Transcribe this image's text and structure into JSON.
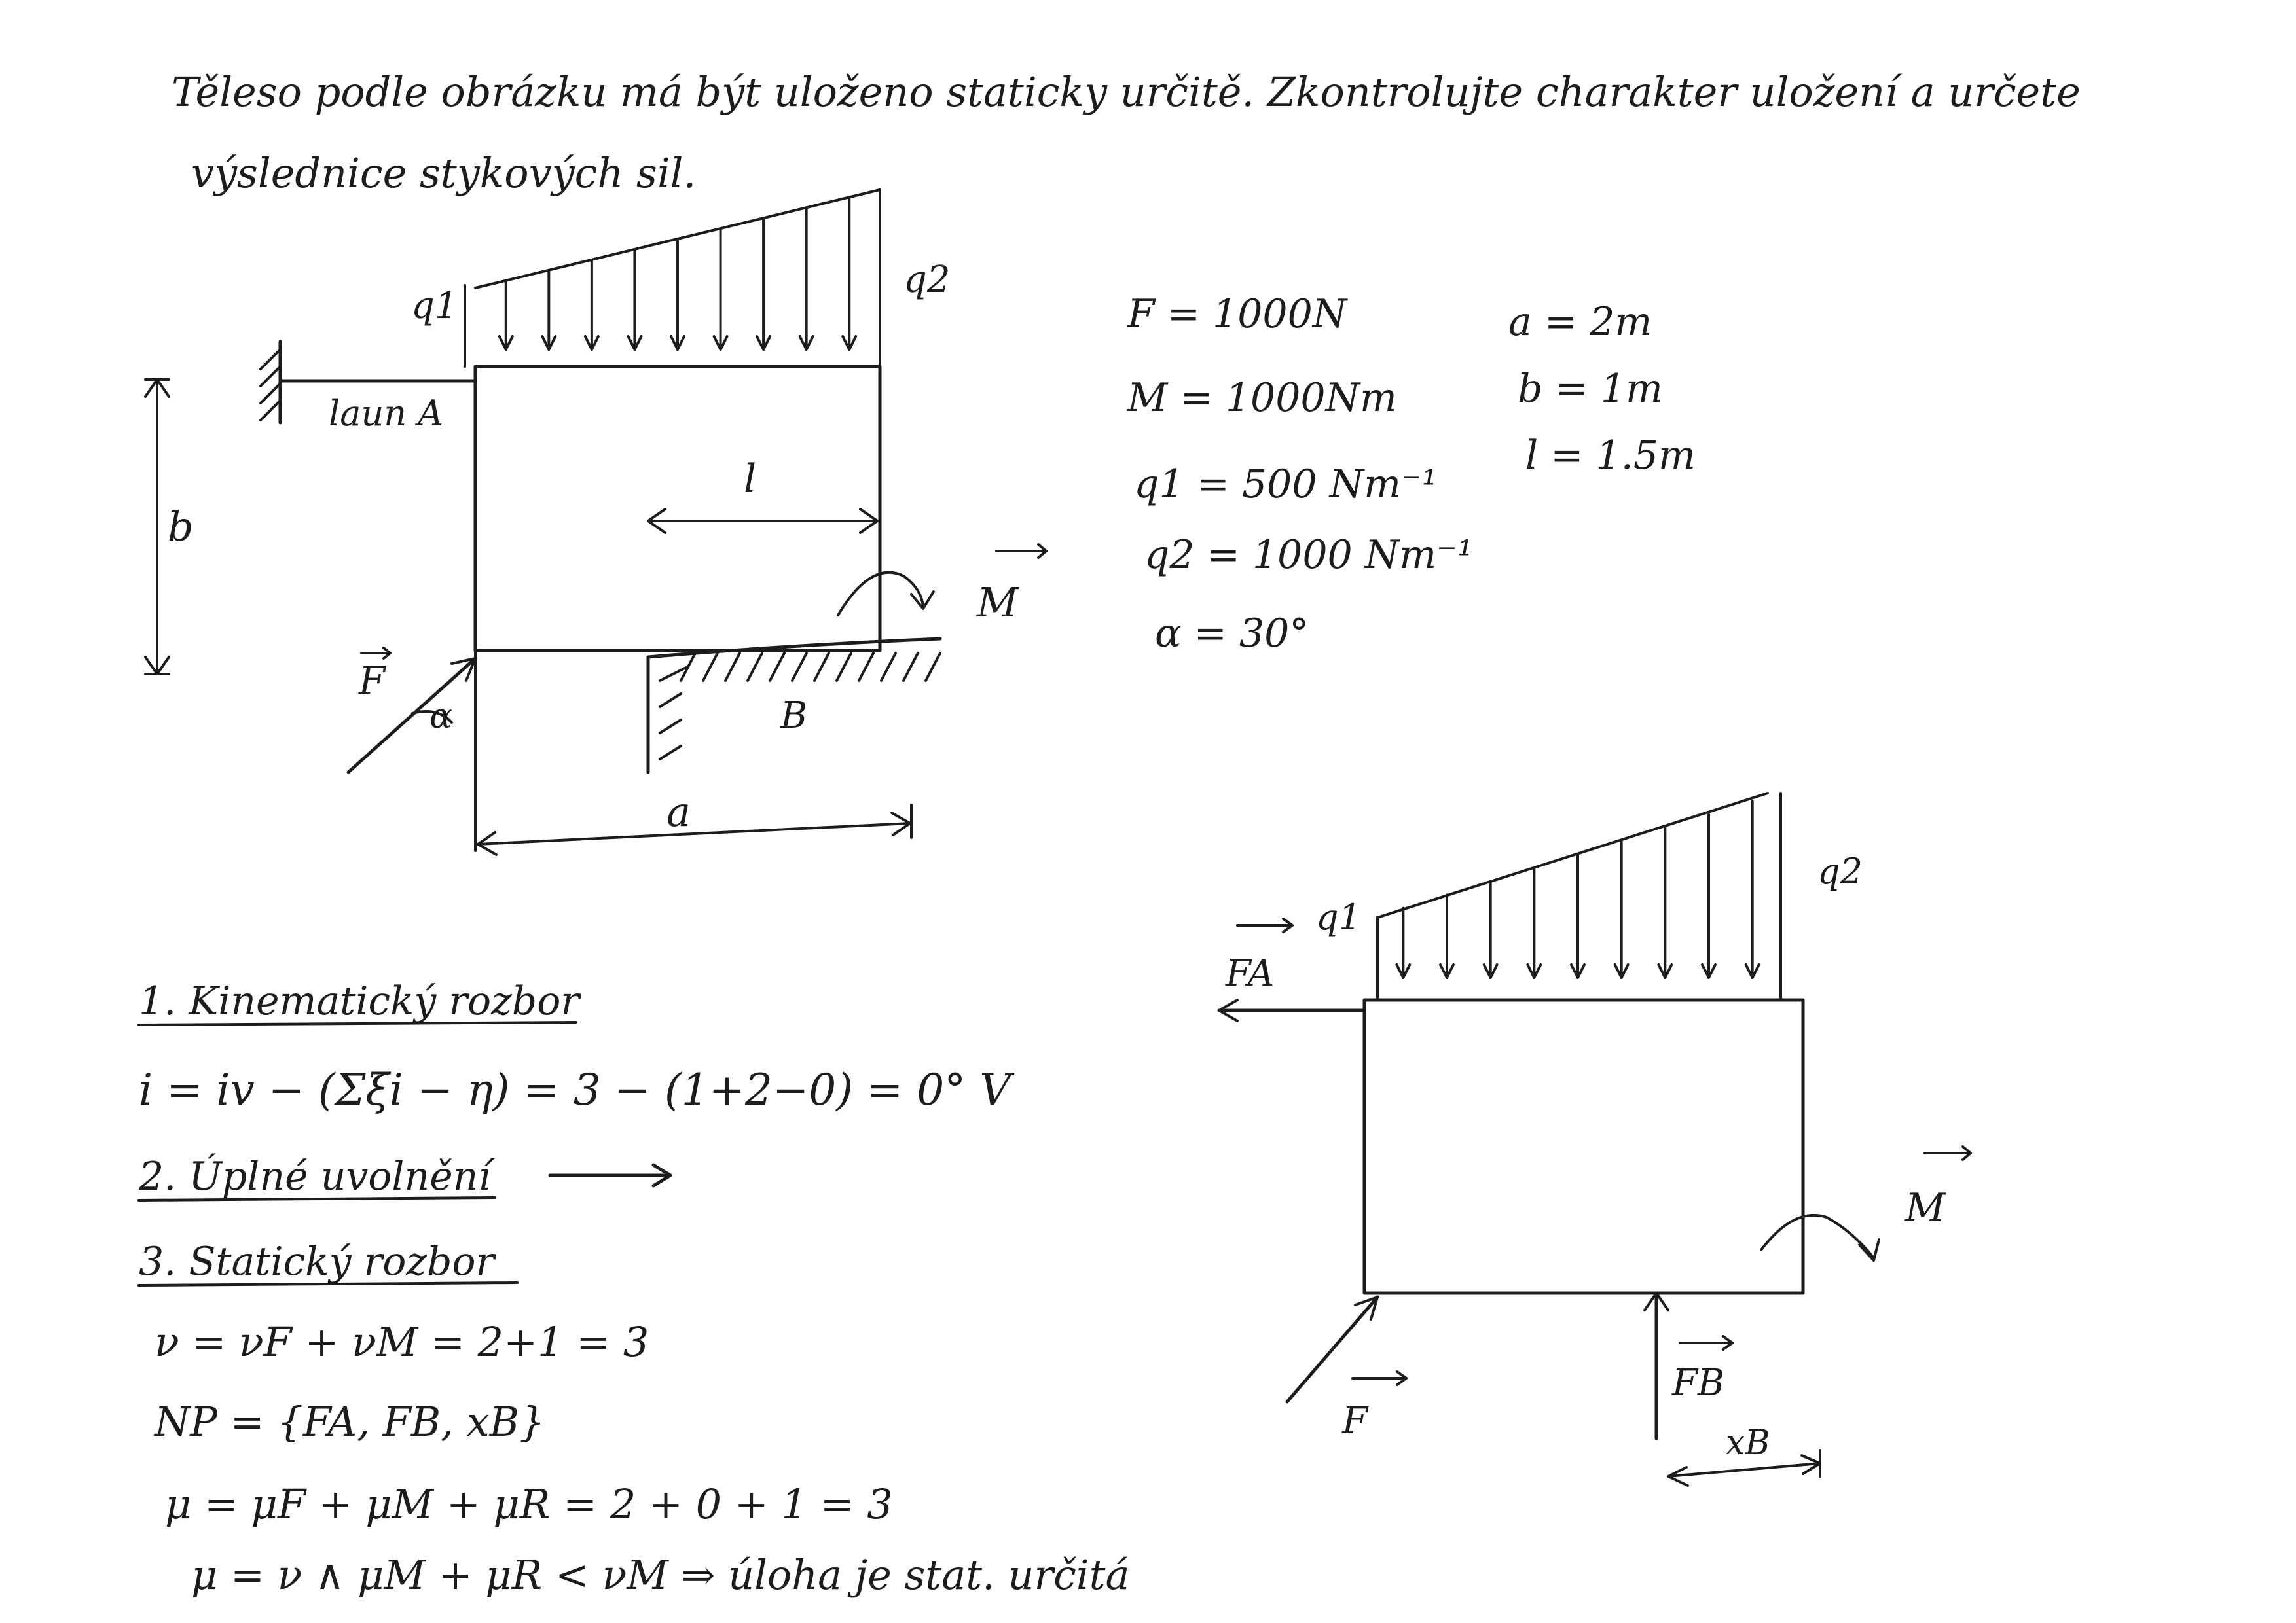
{
  "assignment": {
    "line1": "Těleso podle obrázku má být uloženo staticky určitě. Zkontrolujte charakter uložení a určete",
    "line2": "výslednice stykových sil."
  },
  "figure1": {
    "q1": "q1",
    "q2": "q2",
    "rod_label": "laun A",
    "dim_l": "l",
    "dim_b": "b",
    "dim_a": "a",
    "force_F": "F",
    "angle": "α",
    "moment_M": "M",
    "support_B": "B"
  },
  "given": {
    "F": "F = 1000N",
    "M": "M = 1000Nm",
    "q1": "q1 = 500 Nm⁻¹",
    "q2": "q2 = 1000 Nm⁻¹",
    "alpha": "α = 30°",
    "a": "a = 2m",
    "b": "b = 1m",
    "l": "l = 1.5m"
  },
  "solution": {
    "step1_title": "1. Kinematický rozbor",
    "step1_eq": "i = iv − (Σξi − η) = 3 − (1+2−0) = 0° V",
    "step2_title": "2. Úplné uvolnění",
    "step3_title": "3. Statický rozbor",
    "eq_v": "ν = νF + νM = 2+1 = 3",
    "eq_np": "NP = {FA, FB, xB}",
    "eq_mu": "μ = μF + μM + μR = 2 + 0 + 1 = 3",
    "eq_conclusion": "μ = ν ∧ μM + μR < νM ⇒ úloha je stat. určitá"
  },
  "figure2": {
    "q1": "q1",
    "q2": "q2",
    "FA": "FA",
    "F": "F",
    "FB": "FB",
    "xB": "xB",
    "M": "M"
  }
}
